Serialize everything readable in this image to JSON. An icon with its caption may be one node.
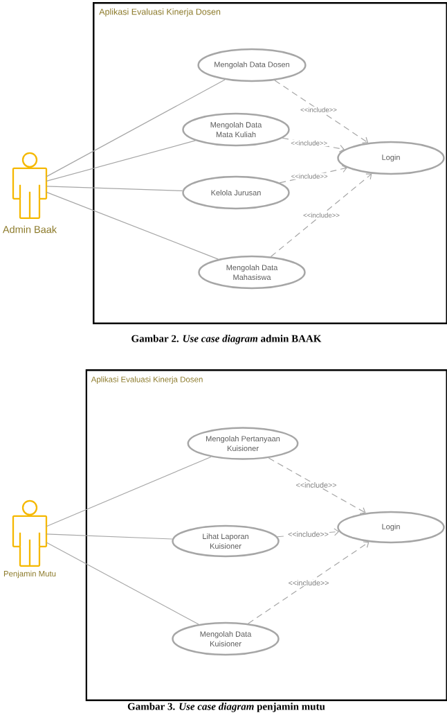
{
  "diagram": {
    "nodes": [
      {
        "text": [],
        "shape": "person",
        "beside": [
          "Admin Baak"
        ]
      },
      {
        "text": [
          "Aplikasi Evaluasi Kinerja Dosen"
        ]
      },
      {
        "text": [
          "Mengolah Data Dosen"
        ],
        "in": 1
      },
      {
        "text": [
          "Mengolah Data Mata Kuliah"
        ],
        "in": 1
      },
      {
        "text": [
          "Login"
        ],
        "in": 1
      },
      {
        "text": [
          "Kelola Jurusan"
        ],
        "in": 1
      },
      {
        "text": [
          "Mengolah Data Mahasiswa"
        ],
        "in": 1
      },
      {
        "text": [],
        "shape": "person",
        "beside": [
          "Penjamin Mutu"
        ]
      },
      {
        "text": [
          "Aplikasi Evaluasi Kinerja Dosen"
        ]
      },
      {
        "text": [
          "Mengolah Pertanyaan Kuisioner"
        ],
        "in": 8
      },
      {
        "text": [
          "Login"
        ],
        "in": 8
      },
      {
        "text": [
          "Lihat Laporan Kuisioner"
        ],
        "in": 8
      },
      {
        "text": [
          "Mengolah Data Kuisioner"
        ],
        "in": 8
      }
    ],
    "edges": [
      {
        "from": 0,
        "to": 2,
        "arrow": "none"
      },
      {
        "from": 0,
        "to": 3,
        "arrow": "none"
      },
      {
        "from": 0,
        "to": 5,
        "arrow": "none"
      },
      {
        "from": 0,
        "to": 6,
        "arrow": "none"
      },
      {
        "from": 2,
        "to": 4,
        "arrow": "to",
        "style": "dashed",
        "label": "<<include>>"
      },
      {
        "from": 3,
        "to": 4,
        "arrow": "to",
        "style": "dashed",
        "label": "<<include>>"
      },
      {
        "from": 5,
        "to": 4,
        "arrow": "to",
        "style": "dashed",
        "label": "<<include>>"
      },
      {
        "from": 6,
        "to": 4,
        "arrow": "to",
        "style": "dashed",
        "label": "<<include>>"
      },
      {
        "from": 7,
        "to": 9,
        "arrow": "none"
      },
      {
        "from": 7,
        "to": 11,
        "arrow": "none"
      },
      {
        "from": 7,
        "to": 12,
        "arrow": "none"
      },
      {
        "from": 9,
        "to": 10,
        "arrow": "to",
        "style": "dashed",
        "label": "<<include>>"
      },
      {
        "from": 11,
        "to": 10,
        "arrow": "to",
        "style": "dashed",
        "label": "<<include>>"
      },
      {
        "from": 12,
        "to": 10,
        "arrow": "to",
        "style": "dashed",
        "label": "<<include>>"
      }
    ],
    "labels": [
      "Gambar 2. *Use case diagram* admin BAAK",
      "Gambar 3. *Use case diagram* penjamin mutu"
    ]
  }
}
